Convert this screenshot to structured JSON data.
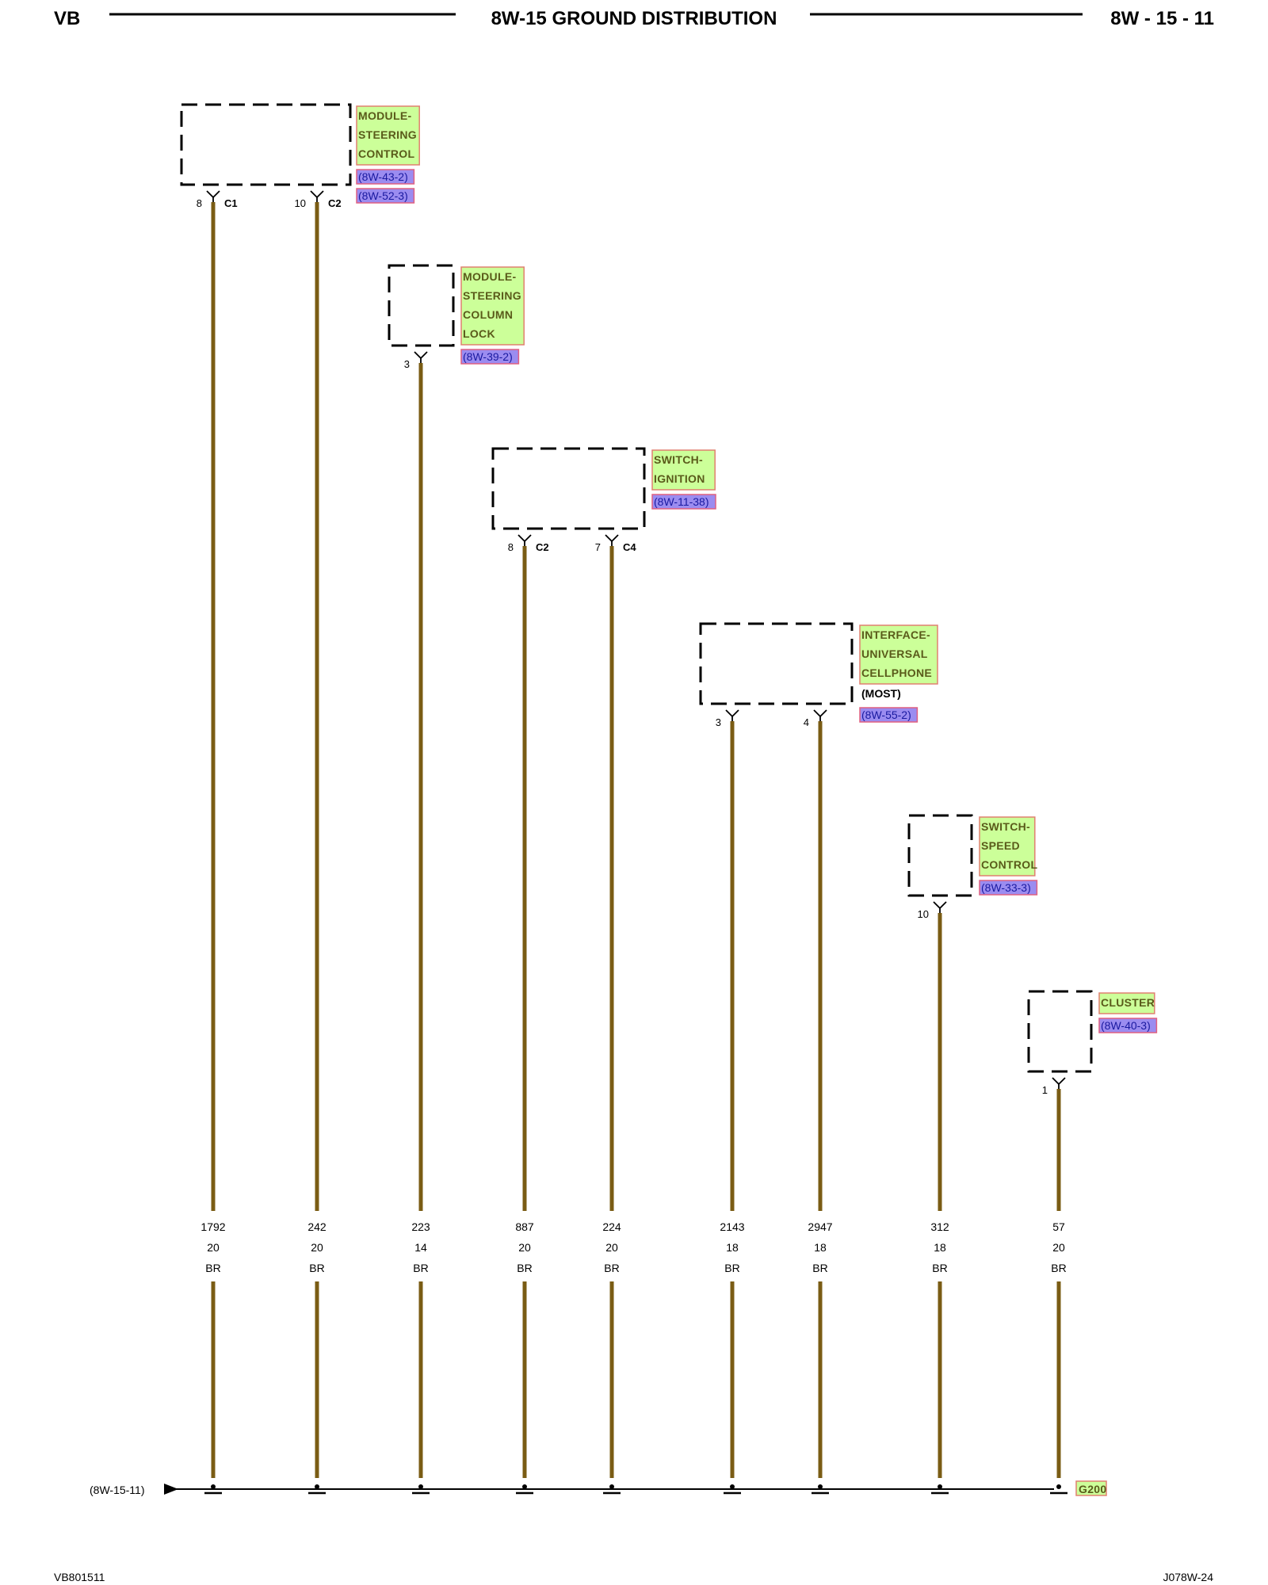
{
  "header": {
    "left": "VB",
    "title": "8W-15 GROUND DISTRIBUTION",
    "right": "8W - 15 - 11"
  },
  "footer": {
    "left": "VB801511",
    "right": "J078W-24"
  },
  "components": [
    {
      "id": "steering-control-module",
      "name_lines": [
        "MODULE-",
        "STEERING",
        "CONTROL"
      ],
      "extra_lines": [],
      "refs": [
        "(8W-43-2)",
        "(8W-52-3)"
      ],
      "pins": [
        {
          "pin": "8",
          "connector": "C1"
        },
        {
          "pin": "10",
          "connector": "C2"
        }
      ]
    },
    {
      "id": "steering-column-lock-module",
      "name_lines": [
        "MODULE-",
        "STEERING",
        "COLUMN",
        "LOCK"
      ],
      "extra_lines": [],
      "refs": [
        "(8W-39-2)"
      ],
      "pins": [
        {
          "pin": "3",
          "connector": ""
        }
      ]
    },
    {
      "id": "ignition-switch",
      "name_lines": [
        "SWITCH-",
        "IGNITION"
      ],
      "extra_lines": [],
      "refs": [
        "(8W-11-38)"
      ],
      "pins": [
        {
          "pin": "8",
          "connector": "C2"
        },
        {
          "pin": "7",
          "connector": "C4"
        }
      ]
    },
    {
      "id": "cellphone-interface",
      "name_lines": [
        "INTERFACE-",
        "UNIVERSAL",
        "CELLPHONE"
      ],
      "extra_lines": [
        "(MOST)"
      ],
      "refs": [
        "(8W-55-2)"
      ],
      "pins": [
        {
          "pin": "3",
          "connector": ""
        },
        {
          "pin": "4",
          "connector": ""
        }
      ]
    },
    {
      "id": "speed-control-switch",
      "name_lines": [
        "SWITCH-",
        "SPEED",
        "CONTROL"
      ],
      "extra_lines": [],
      "refs": [
        "(8W-33-3)"
      ],
      "pins": [
        {
          "pin": "10",
          "connector": ""
        }
      ]
    },
    {
      "id": "cluster",
      "name_lines": [
        "CLUSTER"
      ],
      "extra_lines": [],
      "refs": [
        "(8W-40-3)"
      ],
      "pins": [
        {
          "pin": "1",
          "connector": ""
        }
      ]
    }
  ],
  "wires": [
    {
      "circuit": "1792",
      "gauge": "20",
      "color": "BR"
    },
    {
      "circuit": "242",
      "gauge": "20",
      "color": "BR"
    },
    {
      "circuit": "223",
      "gauge": "14",
      "color": "BR"
    },
    {
      "circuit": "887",
      "gauge": "20",
      "color": "BR"
    },
    {
      "circuit": "224",
      "gauge": "20",
      "color": "BR"
    },
    {
      "circuit": "2143",
      "gauge": "18",
      "color": "BR"
    },
    {
      "circuit": "2947",
      "gauge": "18",
      "color": "BR"
    },
    {
      "circuit": "312",
      "gauge": "18",
      "color": "BR"
    },
    {
      "circuit": "57",
      "gauge": "20",
      "color": "BR"
    }
  ],
  "ground_bus": {
    "left_ref": "(8W-15-11)",
    "ground_label": "G200"
  },
  "colors": {
    "wire": "#7a5c14",
    "name_highlight": "#ccff99",
    "ref_highlight": "#9b8cf0"
  }
}
